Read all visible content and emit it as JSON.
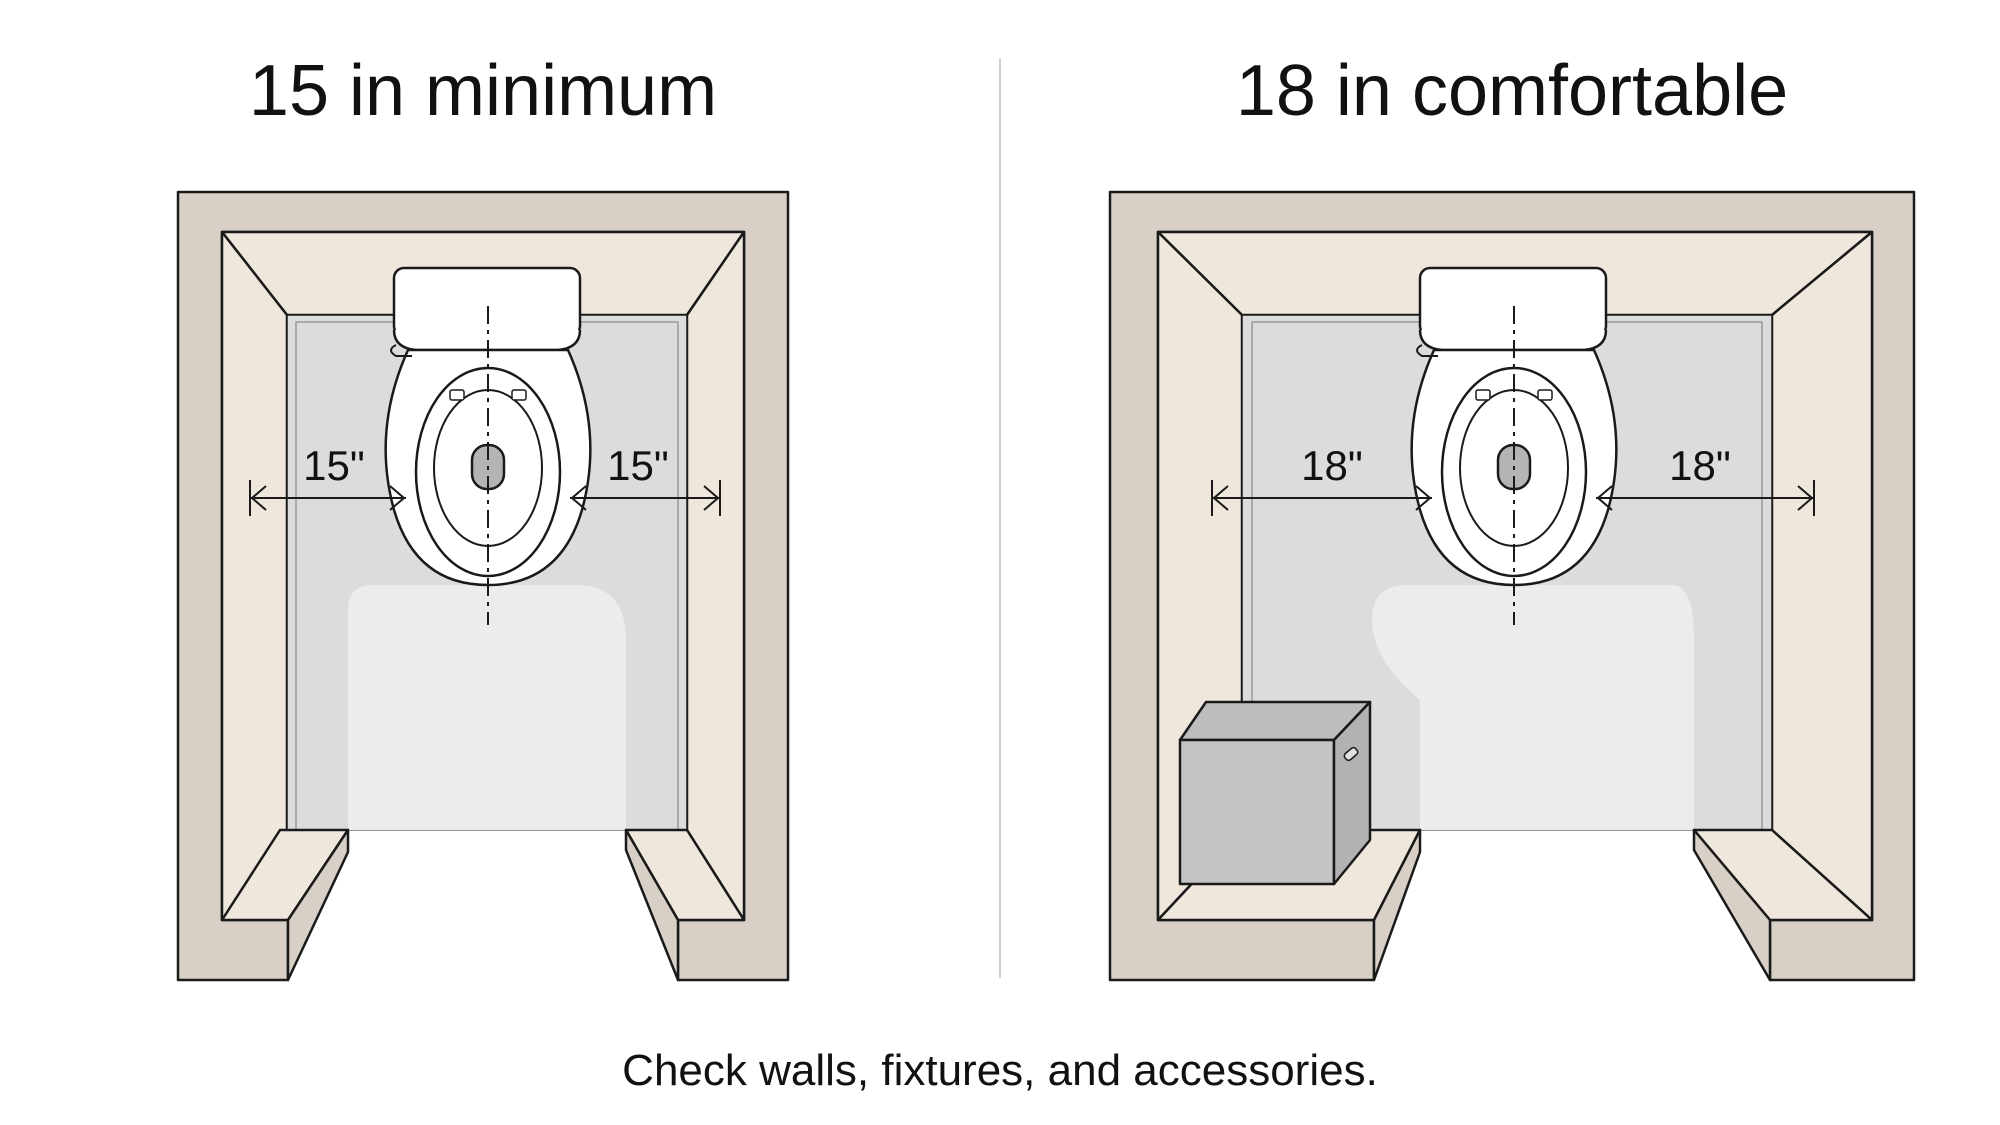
{
  "panels": {
    "left": {
      "title": "15 in minimum",
      "left_clearance_label": "15\"",
      "right_clearance_label": "15\""
    },
    "right": {
      "title": "18 in comfortable",
      "left_clearance_label": "18\"",
      "right_clearance_label": "18\"",
      "accessory": "cabinet"
    }
  },
  "caption": "Check walls, fixtures, and accessories.",
  "colors": {
    "wall": "#d8d0c6",
    "wall_inner": "#efe7dc",
    "floor": "#dcdcdc",
    "clear_zone": "#ececec",
    "fixture": "#ffffff",
    "cabinet": "#c0c0c0",
    "line": "#1a1a1a"
  }
}
